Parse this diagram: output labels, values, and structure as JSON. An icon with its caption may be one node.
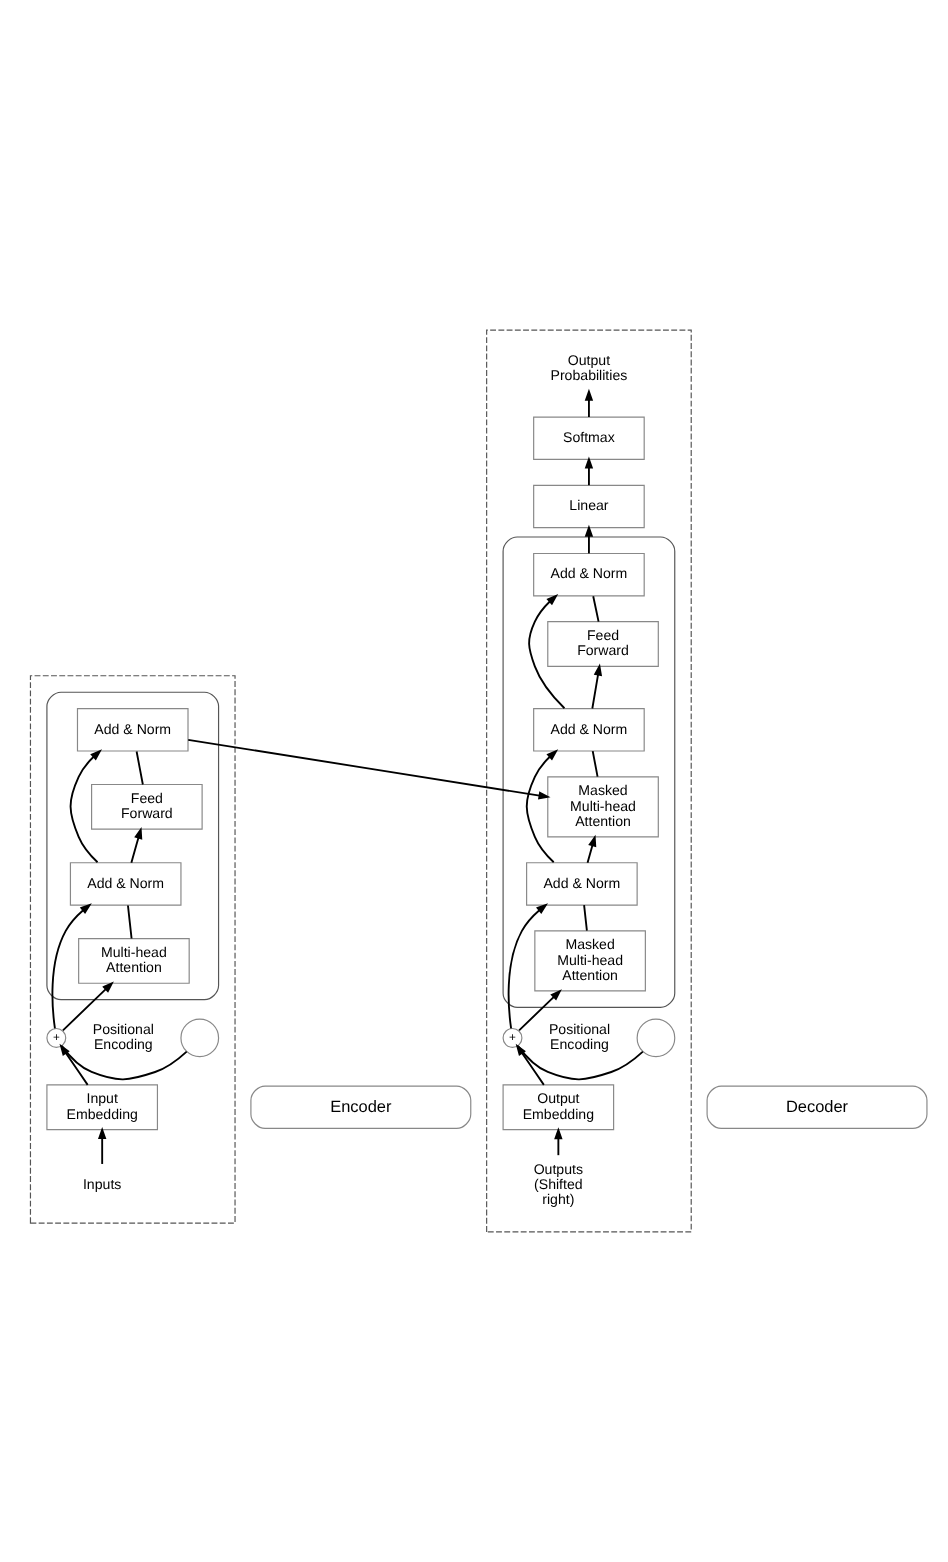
{
  "diagram": {
    "nodes": [
      {
        "text": [],
        "shape": "box"
      },
      {
        "text": [],
        "shape": "box",
        "in": 0
      },
      {
        "text": [
          "Add & Norm"
        ],
        "in": 1
      },
      {
        "text": [
          "Feed Forward"
        ],
        "in": 1
      },
      {
        "text": [
          "Add & Norm"
        ],
        "in": 1
      },
      {
        "text": [
          "Multi-head Attention"
        ],
        "in": 1
      },
      {
        "text": [
          "+"
        ],
        "in": 0
      },
      {
        "text": [],
        "shape": "circle",
        "in": 0,
        "beside": [
          "Positional Encoding"
        ]
      },
      {
        "text": [
          "Input Embedding"
        ],
        "in": 0
      },
      {
        "text": [
          "Inputs"
        ],
        "in": 0
      },
      {
        "text": [
          "Encoder"
        ]
      },
      {
        "text": [],
        "shape": "box"
      },
      {
        "text": [
          "Output Probabilities"
        ],
        "in": 11
      },
      {
        "text": [
          "Softmax"
        ],
        "in": 11
      },
      {
        "text": [
          "Linear"
        ],
        "in": 11
      },
      {
        "text": [],
        "shape": "box",
        "in": 11
      },
      {
        "text": [
          "Add & Norm"
        ],
        "in": 15
      },
      {
        "text": [
          "Feed Forward"
        ],
        "in": 15
      },
      {
        "text": [
          "Add & Norm"
        ],
        "in": 15
      },
      {
        "text": [
          "Masked Multi-head Attention"
        ],
        "in": 15
      },
      {
        "text": [
          "Add & Norm"
        ],
        "in": 15
      },
      {
        "text": [
          "Masked Multi-head Attention"
        ],
        "in": 15
      },
      {
        "text": [
          "+"
        ],
        "in": 11
      },
      {
        "text": [],
        "shape": "circle",
        "in": 11,
        "beside": [
          "Positional Encoding"
        ]
      },
      {
        "text": [
          "Output Embedding"
        ],
        "in": 11
      },
      {
        "text": [
          "Outputs (Shifted right)"
        ],
        "in": 11
      },
      {
        "text": [
          "Decoder"
        ]
      }
    ],
    "edges": [
      {
        "from": 9,
        "to": 8,
        "arrow": "to"
      },
      {
        "from": 8,
        "to": 6,
        "arrow": "to"
      },
      {
        "from": 7,
        "to": 6,
        "arrow": "none"
      },
      {
        "from": 6,
        "to": 5,
        "arrow": "to"
      },
      {
        "from": 6,
        "to": 4,
        "arrow": "to"
      },
      {
        "from": 5,
        "to": 4,
        "arrow": "none"
      },
      {
        "from": 4,
        "to": 3,
        "arrow": "to"
      },
      {
        "from": 4,
        "to": 2,
        "arrow": "to"
      },
      {
        "from": 3,
        "to": 2,
        "arrow": "none"
      },
      {
        "from": 2,
        "to": 19,
        "arrow": "to"
      },
      {
        "from": 25,
        "to": 24,
        "arrow": "to"
      },
      {
        "from": 24,
        "to": 22,
        "arrow": "to"
      },
      {
        "from": 23,
        "to": 22,
        "arrow": "none"
      },
      {
        "from": 22,
        "to": 21,
        "arrow": "to"
      },
      {
        "from": 22,
        "to": 20,
        "arrow": "to"
      },
      {
        "from": 21,
        "to": 20,
        "arrow": "none"
      },
      {
        "from": 20,
        "to": 19,
        "arrow": "to"
      },
      {
        "from": 20,
        "to": 18,
        "arrow": "to"
      },
      {
        "from": 19,
        "to": 18,
        "arrow": "none"
      },
      {
        "from": 18,
        "to": 17,
        "arrow": "to"
      },
      {
        "from": 18,
        "to": 16,
        "arrow": "to"
      },
      {
        "from": 17,
        "to": 16,
        "arrow": "none"
      },
      {
        "from": 16,
        "to": 14,
        "arrow": "to"
      },
      {
        "from": 14,
        "to": 13,
        "arrow": "to"
      },
      {
        "from": 13,
        "to": 12,
        "arrow": "to"
      }
    ]
  }
}
